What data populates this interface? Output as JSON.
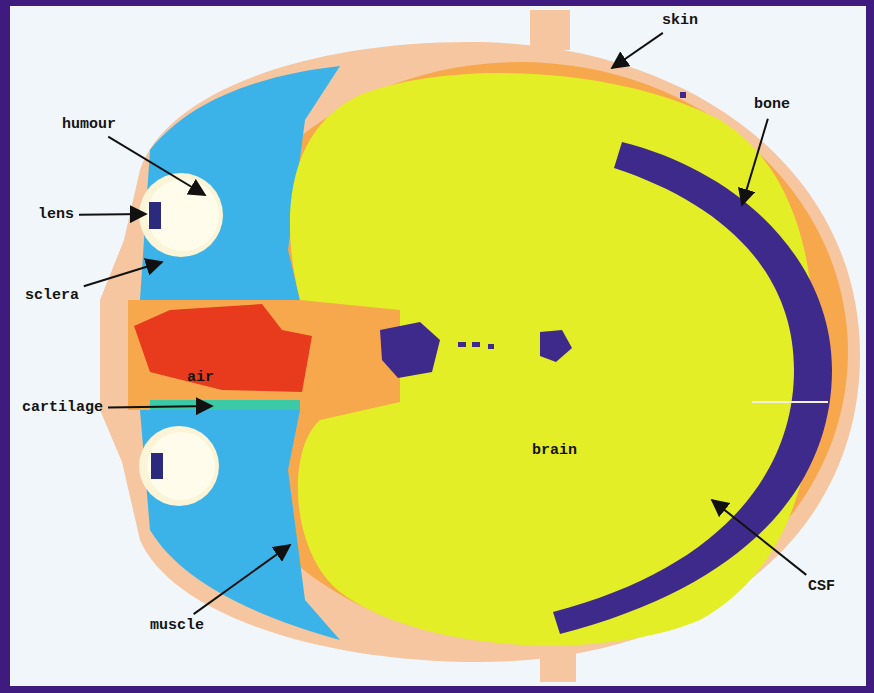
{
  "diagram": {
    "labels": [
      "humour",
      "lens",
      "sclera",
      "air",
      "cartilage",
      "skin",
      "bone",
      "brain",
      "CSF",
      "muscle"
    ]
  }
}
